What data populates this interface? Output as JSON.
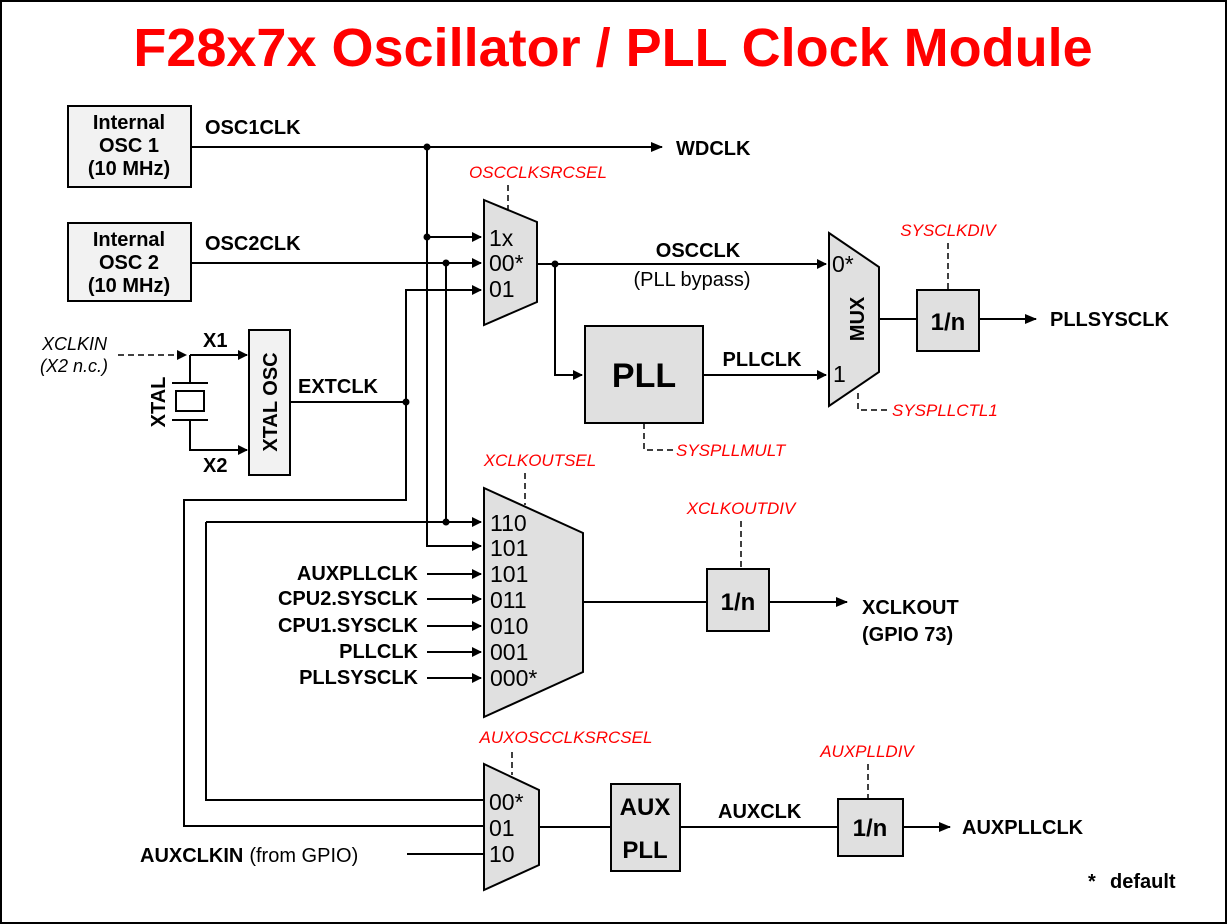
{
  "title": "F28x7x Oscillator / PLL Clock Module",
  "sources": {
    "osc1": {
      "lines": [
        "Internal",
        "OSC 1",
        "(10 MHz)"
      ],
      "signal": "OSC1CLK"
    },
    "osc2": {
      "lines": [
        "Internal",
        "OSC 2",
        "(10 MHz)"
      ],
      "signal": "OSC2CLK"
    },
    "xtal": {
      "label": "XTAL",
      "osc_label": "XTAL OSC",
      "pin1": "X1",
      "pin2": "X2",
      "signal": "EXTCLK",
      "xclkin": "XCLKIN",
      "xclkin_note": "(X2 n.c.)"
    }
  },
  "outputs": {
    "wdclk": "WDCLK",
    "pllsysclk": "PLLSYSCLK",
    "xclkout": "XCLKOUT",
    "xclkout_pin": "(GPIO 73)",
    "auxpllclk": "AUXPLLCLK"
  },
  "osc_mux": {
    "register": "OSCCLKSRCSEL",
    "inputs": [
      "1x",
      "00*",
      "01"
    ],
    "output": "OSCCLK",
    "output_note": "(PLL bypass)"
  },
  "pll": {
    "label": "PLL",
    "register": "SYSPLLMULT",
    "output": "PLLCLK"
  },
  "sys_mux": {
    "label": "MUX",
    "inputs": [
      "0*",
      "1"
    ],
    "register": "SYSPLLCTL1"
  },
  "sys_div": {
    "label": "1/n",
    "register": "SYSCLKDIV"
  },
  "xclkout_mux": {
    "register": "XCLKOUTSEL",
    "inputs": [
      "110",
      "101",
      "101",
      "011",
      "010",
      "001",
      "000*"
    ],
    "input_labels": [
      "",
      "",
      "AUXPLLCLK",
      "CPU2.SYSCLK",
      "CPU1.SYSCLK",
      "PLLCLK",
      "PLLSYSCLK"
    ]
  },
  "xclkout_div": {
    "label": "1/n",
    "register": "XCLKOUTDIV"
  },
  "aux_mux": {
    "register": "AUXOSCCLKSRCSEL",
    "inputs": [
      "00*",
      "01",
      "10"
    ],
    "auxclkin": "AUXCLKIN",
    "auxclkin_note": "(from GPIO)"
  },
  "aux_pll": {
    "lines": [
      "AUX",
      "PLL"
    ],
    "output": "AUXCLK"
  },
  "aux_div": {
    "label": "1/n",
    "register": "AUXPLLDIV"
  },
  "legend": {
    "star": "*",
    "text": "default"
  }
}
